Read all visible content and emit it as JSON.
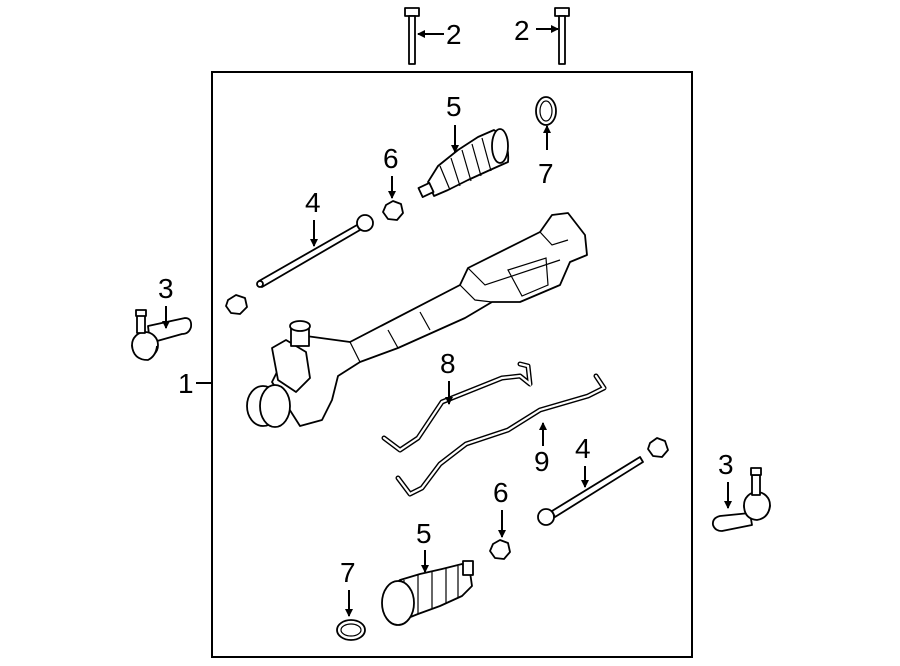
{
  "callouts": {
    "c1": "1",
    "c2_left": "2",
    "c2_right": "2",
    "c3_left": "3",
    "c3_right": "3",
    "c4_upper": "4",
    "c4_lower": "4",
    "c5_upper": "5",
    "c5_lower": "5",
    "c6_upper": "6",
    "c6_lower": "6",
    "c7_upper": "7",
    "c7_lower": "7",
    "c8": "8",
    "c9": "9"
  }
}
